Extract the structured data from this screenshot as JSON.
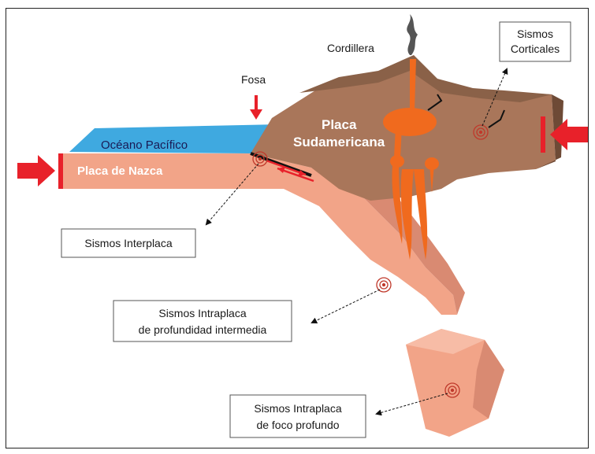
{
  "labels": {
    "cordillera": "Cordillera",
    "fosa": "Fosa",
    "oceano": "Océano Pacífico",
    "placa_nazca": "Placa de Nazca",
    "placa_sud_line1": "Placa",
    "placa_sud_line2": "Sudamericana"
  },
  "callouts": {
    "corticales_line1": "Sismos",
    "corticales_line2": "Corticales",
    "interplaca": "Sismos Interplaca",
    "intermedia_line1": "Sismos Intraplaca",
    "intermedia_line2": "de profundidad intermedia",
    "profundo_line1": "Sismos Intraplaca",
    "profundo_line2": "de foco profundo"
  },
  "colors": {
    "ocean": "#3fa9e0",
    "nazca_plate": "#f2a488",
    "south_american_plate": "#a9765a",
    "mountain_top": "#8a6148",
    "magma": "#f06a1e",
    "push_arrow": "#e8212a",
    "hypocenter": "#c0392b"
  }
}
